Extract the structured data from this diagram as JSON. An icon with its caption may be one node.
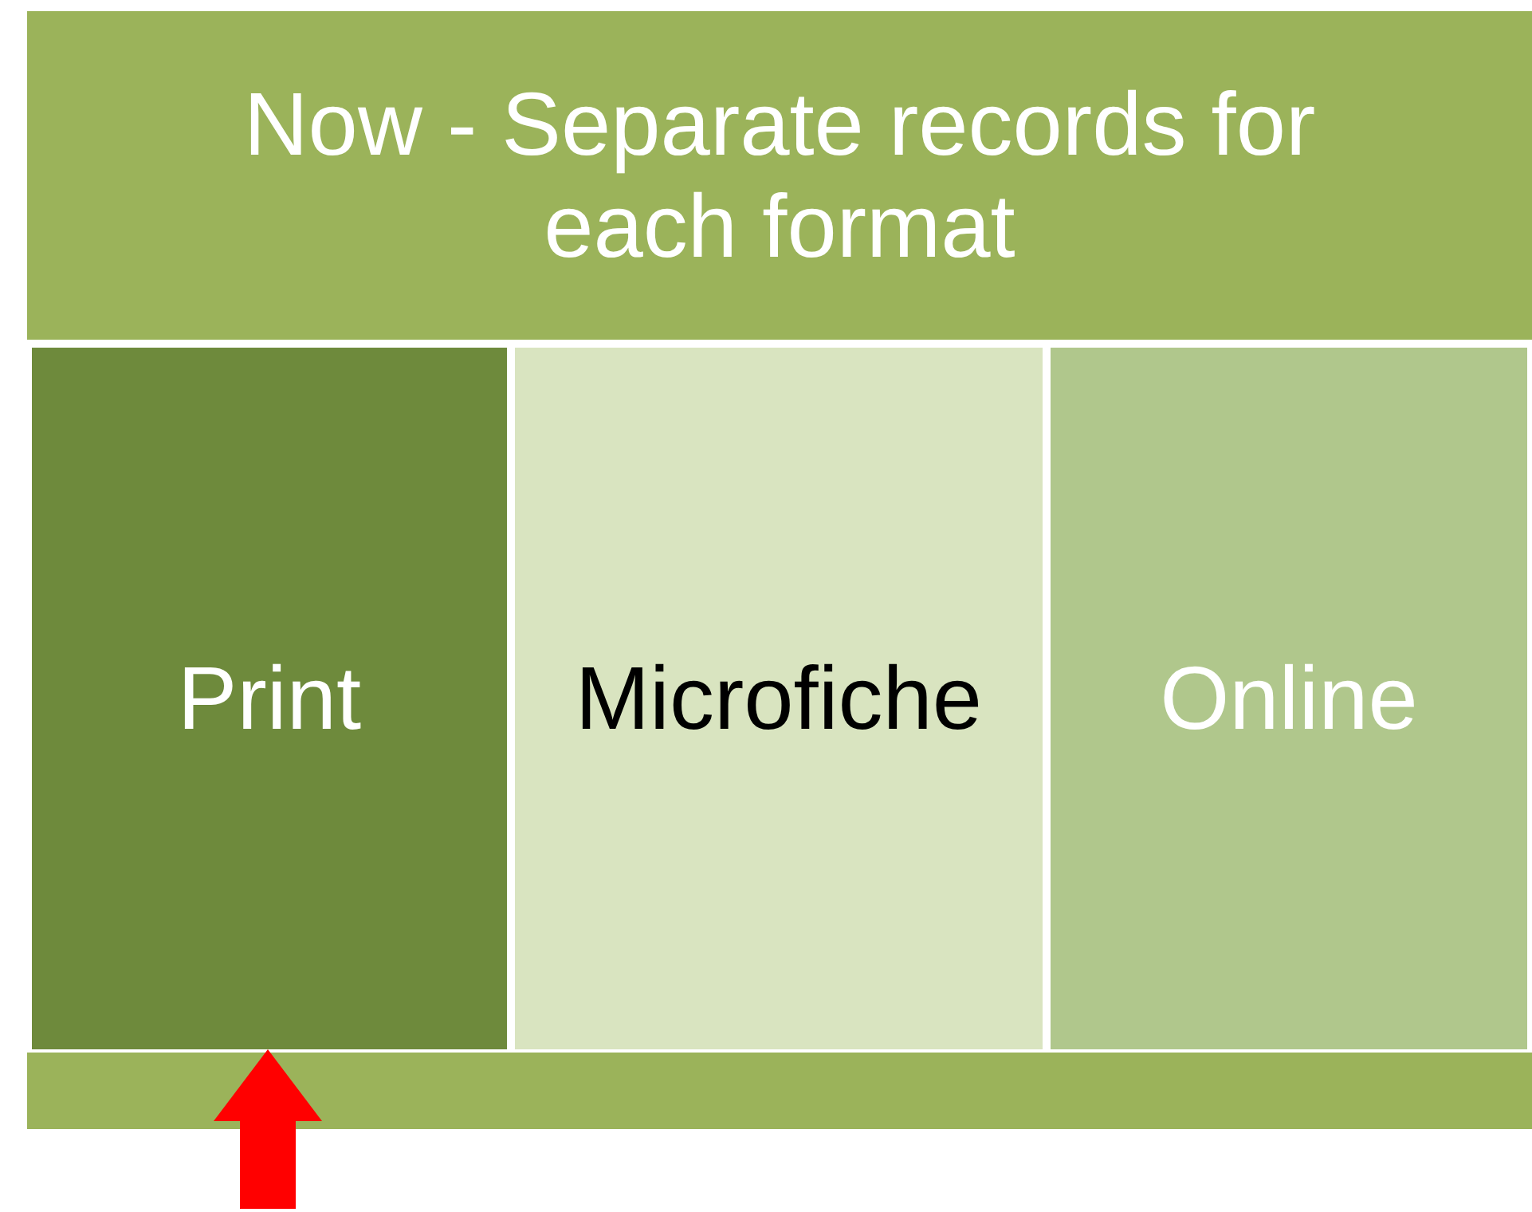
{
  "diagram": {
    "nodes": [
      {
        "text": [
          "Now - Separate records for each format"
        ]
      },
      {
        "text": [
          "Print"
        ]
      },
      {
        "text": [
          "Microfiche"
        ]
      },
      {
        "text": [
          "Online"
        ]
      },
      {
        "text": [],
        "shape": "bar"
      }
    ],
    "edges": [
      {
        "from": null,
        "to": 1,
        "arrow": "to",
        "color": "#ff0000"
      }
    ]
  }
}
